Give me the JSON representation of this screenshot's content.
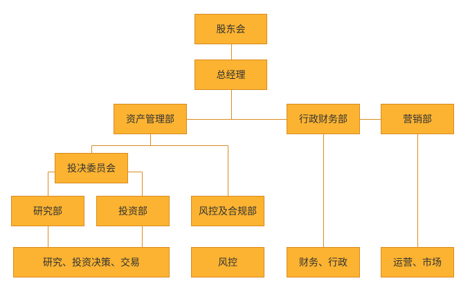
{
  "org_chart": {
    "shareholders": "股东会",
    "general_manager": "总经理",
    "asset_management_dept": "资产管理部",
    "admin_finance_dept": "行政财务部",
    "marketing_dept": "营销部",
    "investment_committee": "投决委员会",
    "research_dept": "研究部",
    "investment_dept": "投资部",
    "risk_compliance_dept": "风控及合规部",
    "research_functions": "研究、投资决策、交易",
    "risk_functions": "风控",
    "admin_functions": "财务、行政",
    "marketing_functions": "运营、市场"
  },
  "colors": {
    "box_fill": "#fbb331",
    "box_border": "#d98a1f",
    "connector": "#d98a1f"
  }
}
